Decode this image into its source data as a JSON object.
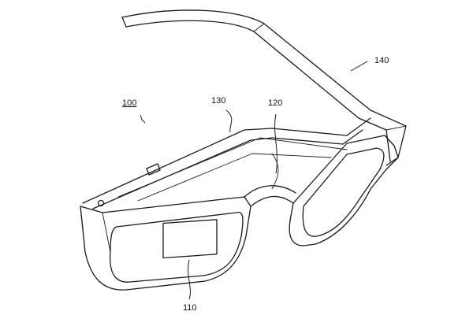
{
  "figure": {
    "type": "patent-line-drawing",
    "subject": "eyeglasses",
    "line_color": "#1a1a1a",
    "background": "#ffffff",
    "reference_numerals": {
      "assembly": "100",
      "lens": "110",
      "bridge": "120",
      "frame_body": "130",
      "temple": "140"
    }
  }
}
